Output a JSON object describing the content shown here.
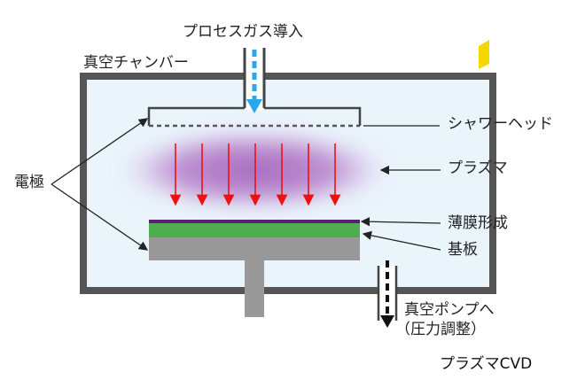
{
  "labels": {
    "gas_inlet": "プロセスガス導入",
    "chamber": "真空チャンバー",
    "shower_head": "シャワーヘッド",
    "plasma": "プラズマ",
    "electrode": "電極",
    "film": "薄膜形成",
    "substrate": "基板",
    "pump_line1": "真空ポンプへ",
    "pump_line2": "（圧力調整）"
  },
  "caption": "プラズマCVD",
  "colors": {
    "chamber_fill": "#eaf4fb",
    "chamber_wall": "#555555",
    "gas_arrow": "#2aa7e8",
    "plasma": "#a060b8",
    "field_arrows": "#ee1111",
    "film": "#5a2070",
    "substrate": "#4cae4c",
    "electrode": "#999999",
    "marker": "#f5d800"
  }
}
